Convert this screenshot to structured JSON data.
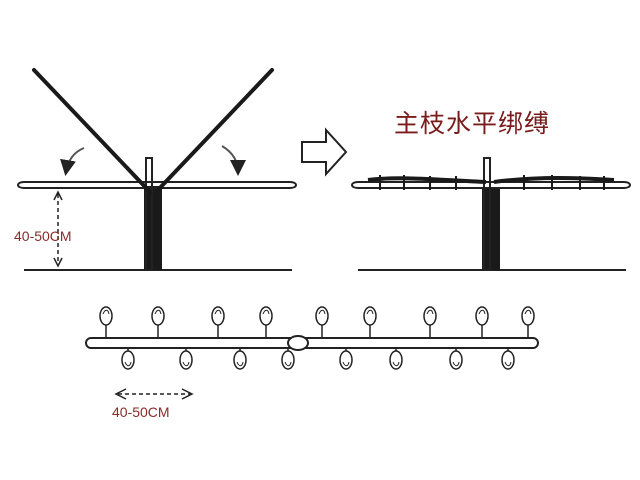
{
  "caption": {
    "text": "主枝水平绑缚"
  },
  "left_panel": {
    "height_label": "40-50CM"
  },
  "bottom_panel": {
    "spacing_label": "40-50CM"
  },
  "colors": {
    "ink": "#222222",
    "caption": "#7a1c1c",
    "label": "#8a2a2a",
    "arrow": "#555555"
  }
}
